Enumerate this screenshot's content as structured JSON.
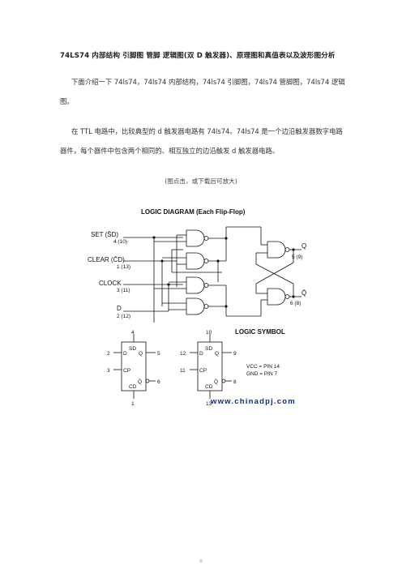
{
  "title": "74LS74 内部结构  引脚图  管脚  逻辑图(双 D 触发器)、原理图和真值表以及波形图分析",
  "paragraph1": "下面介绍一下 74ls74，74ls74 内部结构，74ls74 引脚图，74ls74 管脚图，74ls74 逻辑图。",
  "paragraph2": "在 TTL 电路中，比较典型的 d 触发器电路有 74ls74。74ls74 是一个边沿触发器数字电路器件，每个器件中包含两个相同的、相互独立的边沿触发 d 触发器电路。",
  "caption": "(图点击，或下载后可放大)",
  "figure": {
    "logic_diagram_title": "LOGIC DIAGRAM (Each Flip-Flop)",
    "inputs": [
      {
        "label": "SET (S̄D)",
        "pin": "4 (10)"
      },
      {
        "label": "CLEAR (C̄D)",
        "pin": "1 (13)"
      },
      {
        "label": "CLOCK",
        "pin": "3 (11)"
      },
      {
        "label": "D",
        "pin": "2 (12)"
      }
    ],
    "outputs": [
      {
        "label": "Q",
        "pin": "5 (9)"
      },
      {
        "label": "Q̄",
        "pin": "6 (8)"
      }
    ],
    "logic_symbol_title": "LOGIC SYMBOL",
    "symbol1": {
      "sd": "SD",
      "cd": "CD",
      "d": "D",
      "cp": "CP",
      "q": "Q",
      "qbar": "Q̄",
      "pin_top": "4",
      "pin_d": "2",
      "pin_cp": "3",
      "pin_q": "5",
      "pin_qbar": "6",
      "pin_bottom": "1"
    },
    "symbol2": {
      "sd": "SD",
      "cd": "CD",
      "d": "D",
      "cp": "CP",
      "q": "Q",
      "qbar": "Q̄",
      "pin_top": "10",
      "pin_d": "12",
      "pin_cp": "11",
      "pin_q": "9",
      "pin_qbar": "8",
      "pin_bottom": "13"
    },
    "power_vcc": "VCC = PIN 14",
    "power_gnd": "GND = PIN 7",
    "watermark": "www.chinadpj.com"
  }
}
